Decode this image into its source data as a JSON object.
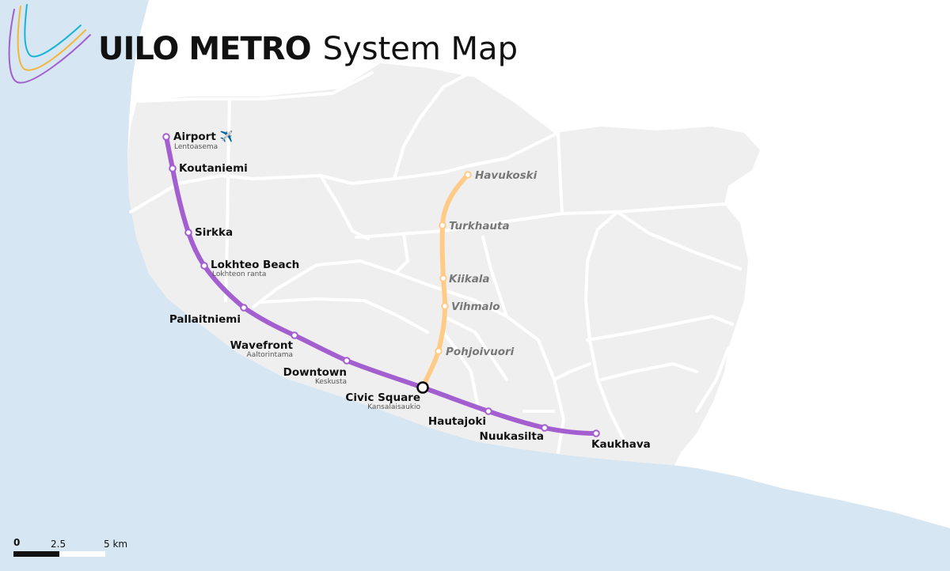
{
  "title": {
    "bold": "UILO METRO",
    "light": "System Map"
  },
  "colors": {
    "water": "#d6e6f2",
    "land": "#ffffff",
    "urban": "#efefef",
    "road": "#ffffff",
    "purple_line": "#a35fd0",
    "orange_line": "#ffcb86"
  },
  "lines": [
    {
      "id": "purple",
      "stations": [
        {
          "name": "Airport ✈️",
          "sub": "Lentoasema"
        },
        {
          "name": "Koutaniemi",
          "sub": ""
        },
        {
          "name": "Sirkka",
          "sub": ""
        },
        {
          "name": "Lokhteo Beach",
          "sub": "Lokhteon ranta"
        },
        {
          "name": "Pallaitniemi",
          "sub": ""
        },
        {
          "name": "Wavefront",
          "sub": "Aaltorintama"
        },
        {
          "name": "Downtown",
          "sub": "Keskusta"
        },
        {
          "name": "Civic Square",
          "sub": "Kansalaisaukio"
        },
        {
          "name": "Hautajoki",
          "sub": ""
        },
        {
          "name": "Nuukasilta",
          "sub": ""
        },
        {
          "name": "Kaukhava",
          "sub": ""
        }
      ]
    },
    {
      "id": "orange",
      "stations": [
        {
          "name": "Havukoski"
        },
        {
          "name": "Turkhauta"
        },
        {
          "name": "Kiikala"
        },
        {
          "name": "Vihmalo"
        },
        {
          "name": "Pohjoivuori"
        }
      ]
    }
  ],
  "scale_bar": {
    "zero": "0",
    "mid": "2.5",
    "end": "5 km"
  }
}
